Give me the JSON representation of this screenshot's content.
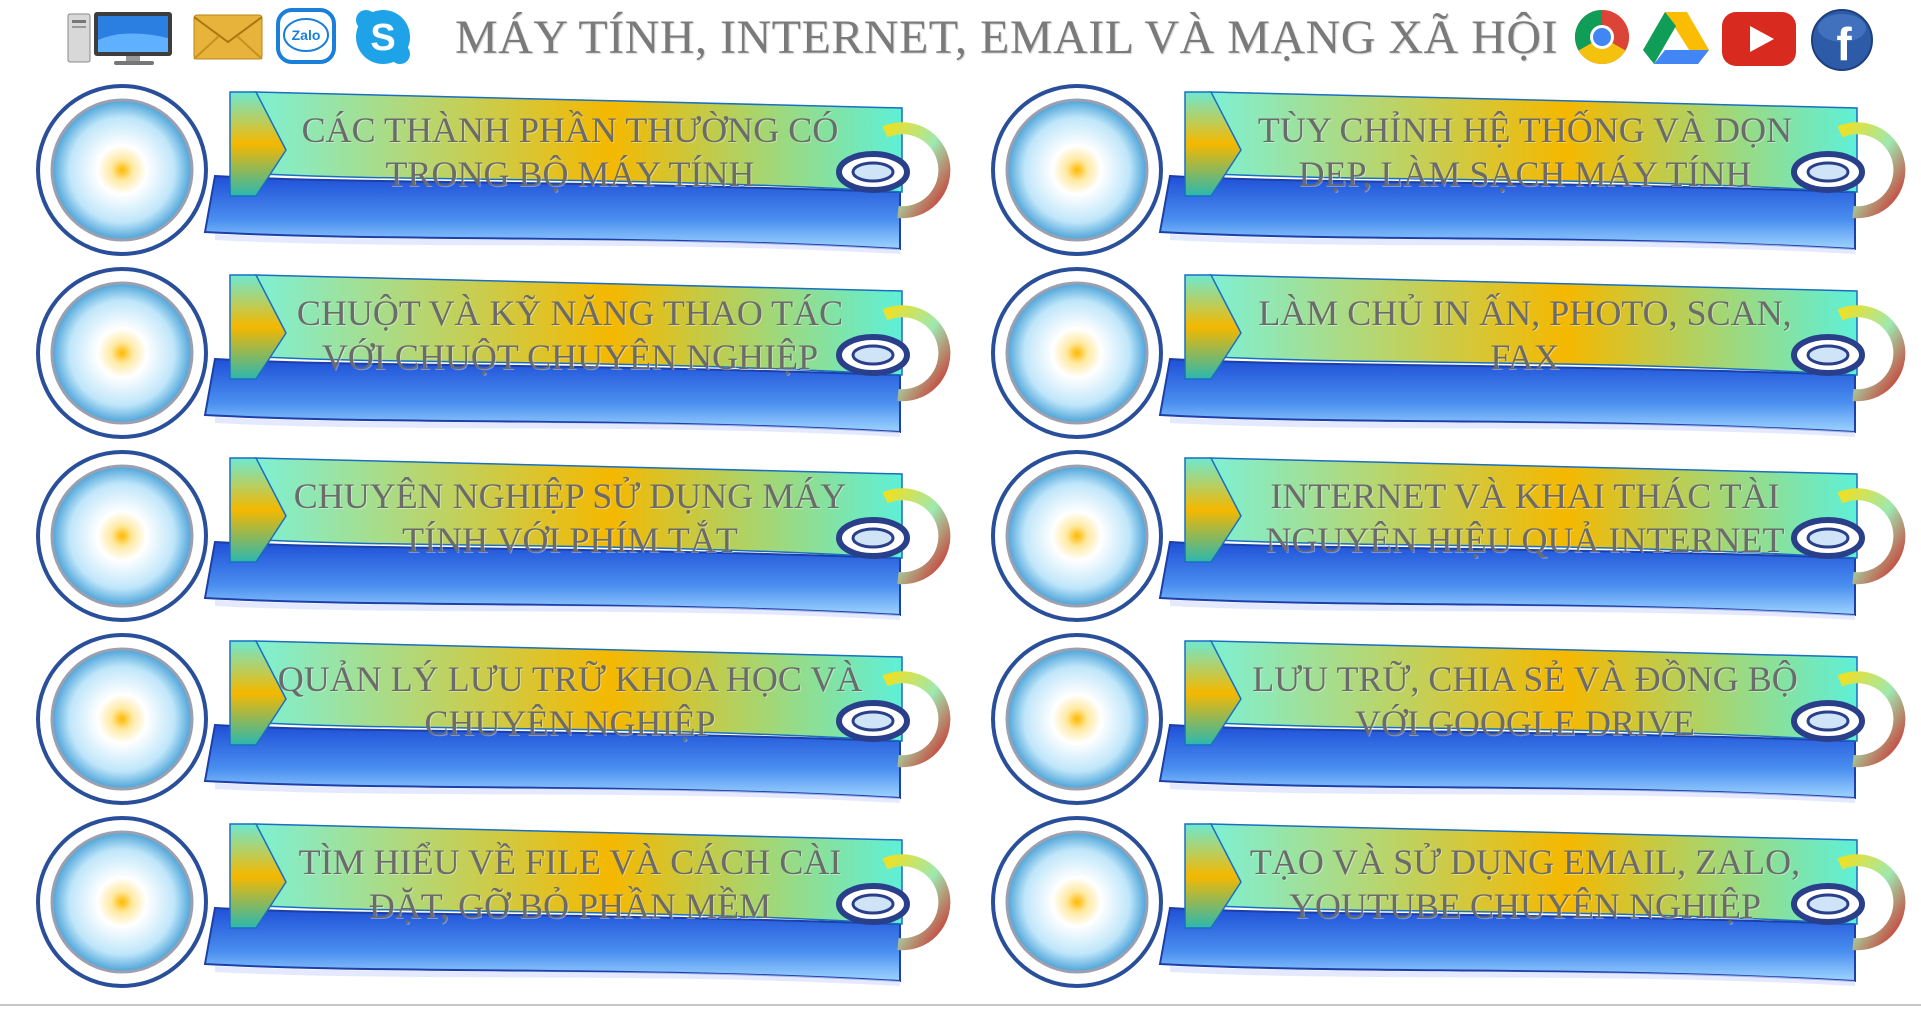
{
  "header": {
    "title": "MÁY TÍNH, INTERNET, EMAIL VÀ MẠNG XÃ HỘI",
    "left_icons": [
      "computer-icon",
      "mail-icon",
      "zalo-icon",
      "skype-icon"
    ],
    "right_icons": [
      "chrome-icon",
      "google-drive-icon",
      "youtube-icon",
      "facebook-icon"
    ],
    "zalo_text": "Zalo"
  },
  "colors": {
    "banner_start": "#7ef0d4",
    "banner_mid": "#f5b800",
    "banner_end": "#5ef0d8",
    "wave_blue": "#1f4fd6",
    "wave_light": "#7fc4ff",
    "circle_center": "#ffc21a",
    "circle_outer": "#5aa9d8",
    "title_gray": "#7a7a7a"
  },
  "menu": {
    "left": [
      {
        "label": "CÁC THÀNH PHẦN THƯỜNG CÓ TRONG BỘ MÁY TÍNH"
      },
      {
        "label": "CHUỘT VÀ KỸ NĂNG THAO TÁC VỚI CHUỘT CHUYÊN NGHIỆP"
      },
      {
        "label": "CHUYÊN NGHIỆP SỬ DỤNG MÁY TÍNH VỚI PHÍM TẮT"
      },
      {
        "label": "QUẢN LÝ LƯU TRỮ KHOA HỌC VÀ CHUYÊN NGHIỆP"
      },
      {
        "label": "TÌM HIỂU VỀ FILE VÀ CÁCH CÀI ĐẶT, GỠ BỎ PHẦN MỀM"
      }
    ],
    "right": [
      {
        "label": "TÙY CHỈNH HỆ THỐNG VÀ DỌN DẸP, LÀM SẠCH MÁY TÍNH"
      },
      {
        "label": "LÀM CHỦ IN ẤN, PHOTO, SCAN, FAX"
      },
      {
        "label": "INTERNET VÀ KHAI THÁC TÀI NGUYÊN HIỆU QUẢ INTERNET"
      },
      {
        "label": "LƯU TRỮ, CHIA SẺ VÀ ĐỒNG BỘ VỚI GOOGLE DRIVE"
      },
      {
        "label": "TẠO VÀ SỬ DỤNG EMAIL, ZALO, YOUTUBE CHUYÊN NGHIỆP"
      }
    ]
  }
}
